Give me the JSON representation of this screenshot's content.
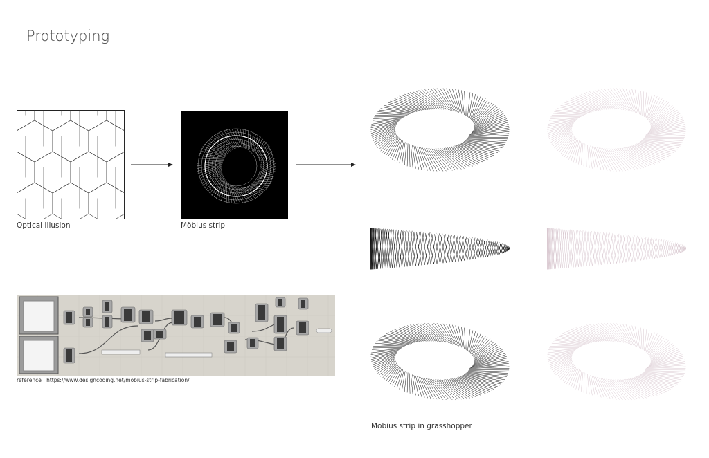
{
  "title": "Prototyping",
  "captions": {
    "optical_illusion": "Optical Illusion",
    "mobius_strip": "Möbius strip",
    "reference": "reference : https://www.designcoding.net/mobius-strip-fabrication/",
    "grasshopper": "Möbius strip in grasshopper"
  },
  "icons": [
    "arrow-right-icon"
  ],
  "colors": {
    "wire_dark": "#111111",
    "wire_light": "#d9c8d0",
    "grasshopper_bg": "#d7d4cc"
  }
}
